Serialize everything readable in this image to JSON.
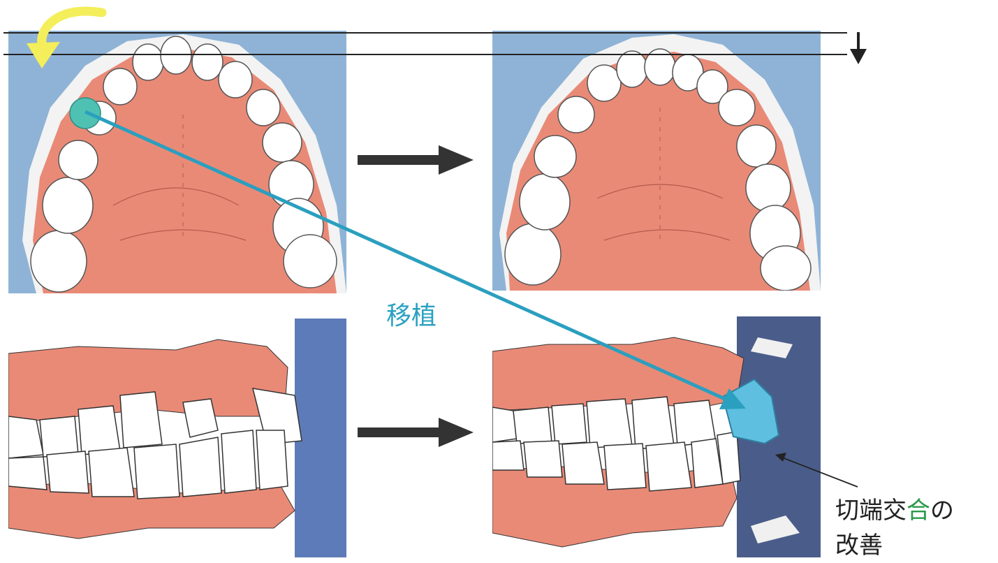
{
  "labels": {
    "transplant": "移植",
    "improvement_line1_a": "切端交",
    "improvement_line1_green": "合",
    "improvement_line1_b": "の",
    "improvement_line2": "改善"
  },
  "colors": {
    "background_blue": "#8fb3d6",
    "gum": "#e98a77",
    "tooth": "#ffffff",
    "transplant_arrow": "#2b9fbf",
    "transplanted_tooth": "#5fbfe0",
    "rotation_arrow": "#f4ee5a",
    "flow_arrow": "#333333"
  },
  "icons": {
    "rotation": "curved-arrow-icon",
    "down": "down-arrow-icon"
  }
}
